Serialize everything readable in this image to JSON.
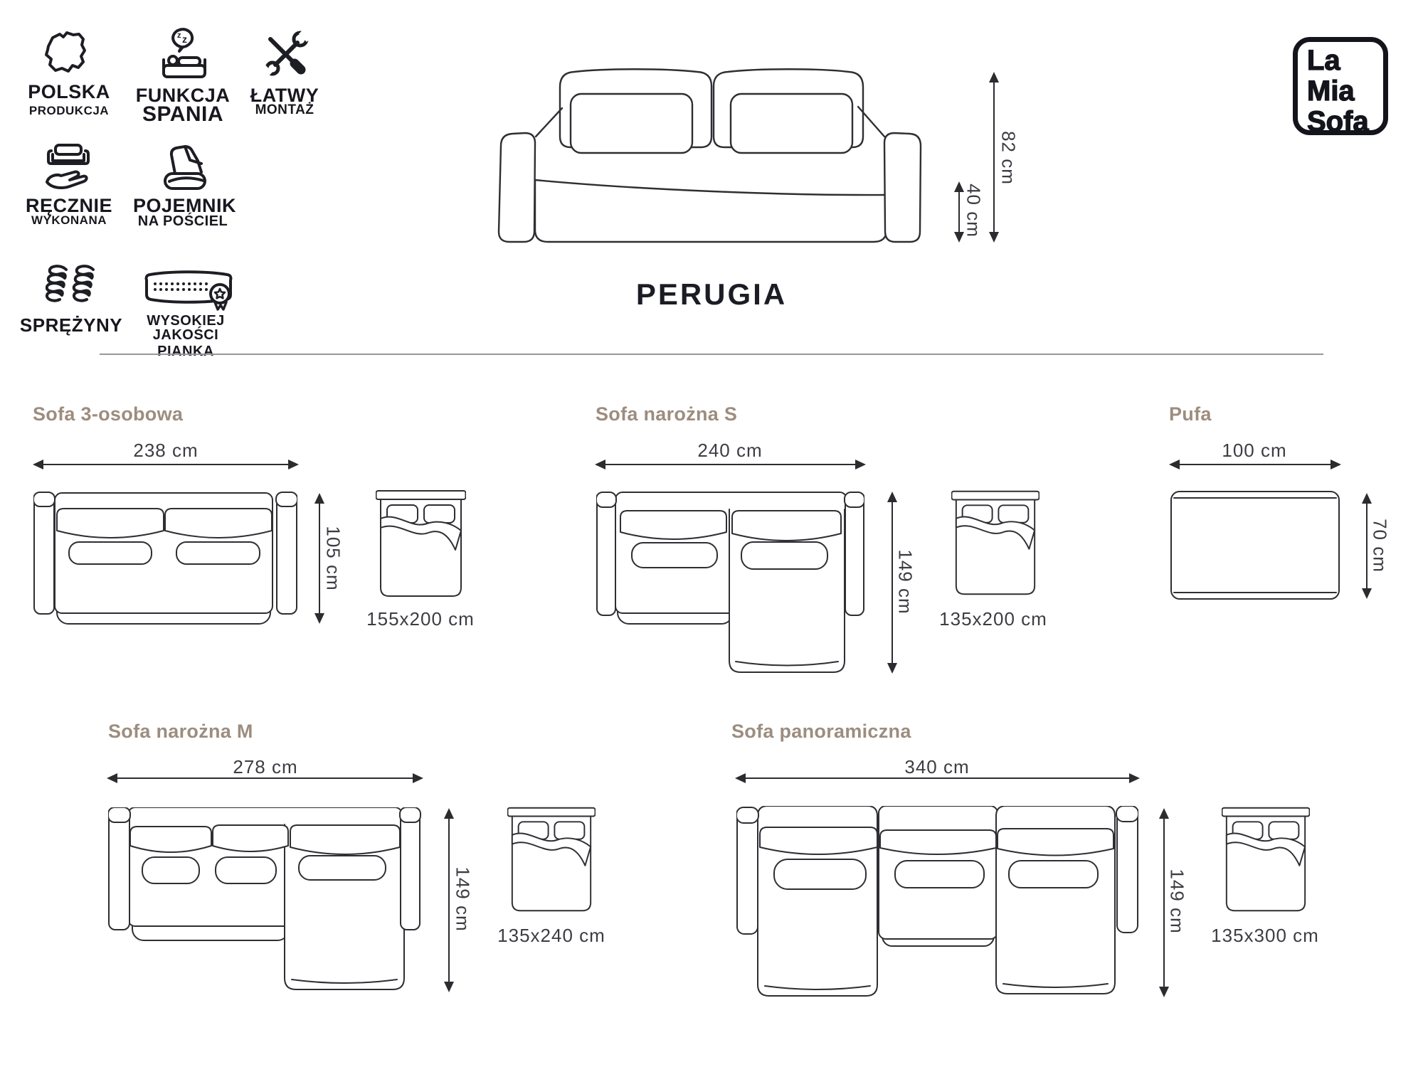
{
  "brand": {
    "line1": "La",
    "line2": "Mia",
    "line3": "Sofa"
  },
  "model_name": "PERUGIA",
  "features": [
    {
      "icon": "poland-map",
      "label1": "POLSKA",
      "label2": "PRODUKCJA"
    },
    {
      "icon": "sleep-function",
      "label1": "FUNKCJA",
      "label2": "SPANIA"
    },
    {
      "icon": "easy-assembly",
      "label1": "ŁATWY",
      "label2": "MONTAŻ"
    },
    {
      "icon": "handmade",
      "label1": "RĘCZNIE",
      "label2": "WYKONANA"
    },
    {
      "icon": "bedding-storage",
      "label1": "POJEMNIK",
      "label2": "NA POŚCIEL"
    },
    {
      "icon": "springs",
      "label1": "SPRĘŻYNY",
      "label2": ""
    },
    {
      "icon": "quality-foam",
      "label1": "WYSOKIEJ",
      "label2": "JAKOŚCI PIANKA"
    }
  ],
  "front_view": {
    "height": "82 cm",
    "seat_height": "40 cm"
  },
  "variants": [
    {
      "name": "Sofa 3-osobowa",
      "width": "238 cm",
      "depth": "105 cm",
      "bed_size": "155x200 cm"
    },
    {
      "name": "Sofa narożna S",
      "width": "240 cm",
      "depth": "149 cm",
      "bed_size": "135x200 cm"
    },
    {
      "name": "Pufa",
      "width": "100 cm",
      "depth": "70 cm"
    },
    {
      "name": "Sofa narożna M",
      "width": "278 cm",
      "depth": "149 cm",
      "bed_size": "135x240 cm"
    },
    {
      "name": "Sofa panoramiczna",
      "width": "340 cm",
      "depth": "149 cm",
      "bed_size": "135x300 cm"
    }
  ],
  "colors": {
    "line": "#2e2e33",
    "dim_text": "#3c3c43",
    "section_title": "#9c8d7f",
    "divider": "#97979a"
  }
}
